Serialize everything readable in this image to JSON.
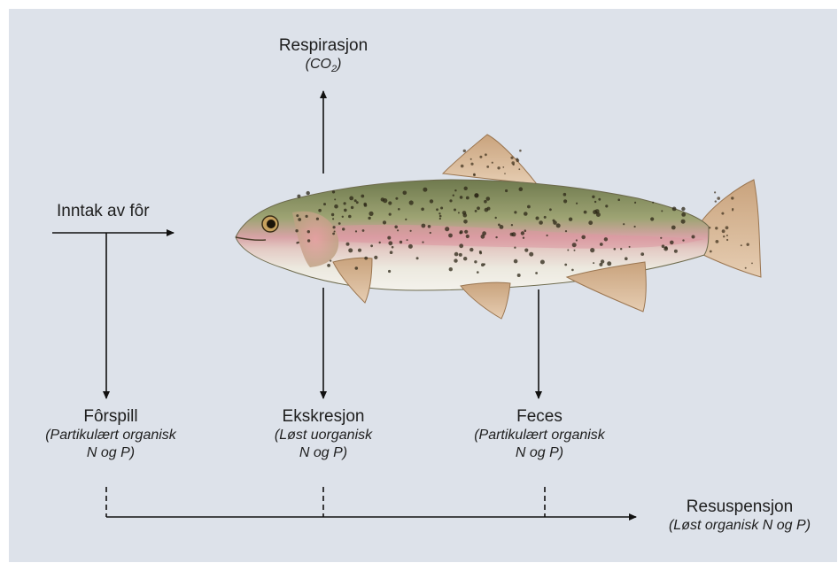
{
  "respiration": {
    "title": "Respirasjon",
    "sub_prefix": "(CO",
    "sub_subscript": "2",
    "sub_suffix": ")"
  },
  "intake": {
    "title": "Inntak av fôr"
  },
  "waste_feed": {
    "title": "Fôrspill",
    "line1": "(Partikulært organisk",
    "line2": "N og P)"
  },
  "excretion": {
    "title": "Ekskresjon",
    "line1": "(Løst uorganisk",
    "line2": "N og P)"
  },
  "feces": {
    "title": "Feces",
    "line1": "(Partikulært organisk",
    "line2": "N og P)"
  },
  "resuspension": {
    "title": "Resuspensjon",
    "line1": "(Løst organisk N og P)"
  },
  "colors": {
    "background": "#dde2ea",
    "text": "#1e1e1e",
    "arrow": "#111111"
  }
}
